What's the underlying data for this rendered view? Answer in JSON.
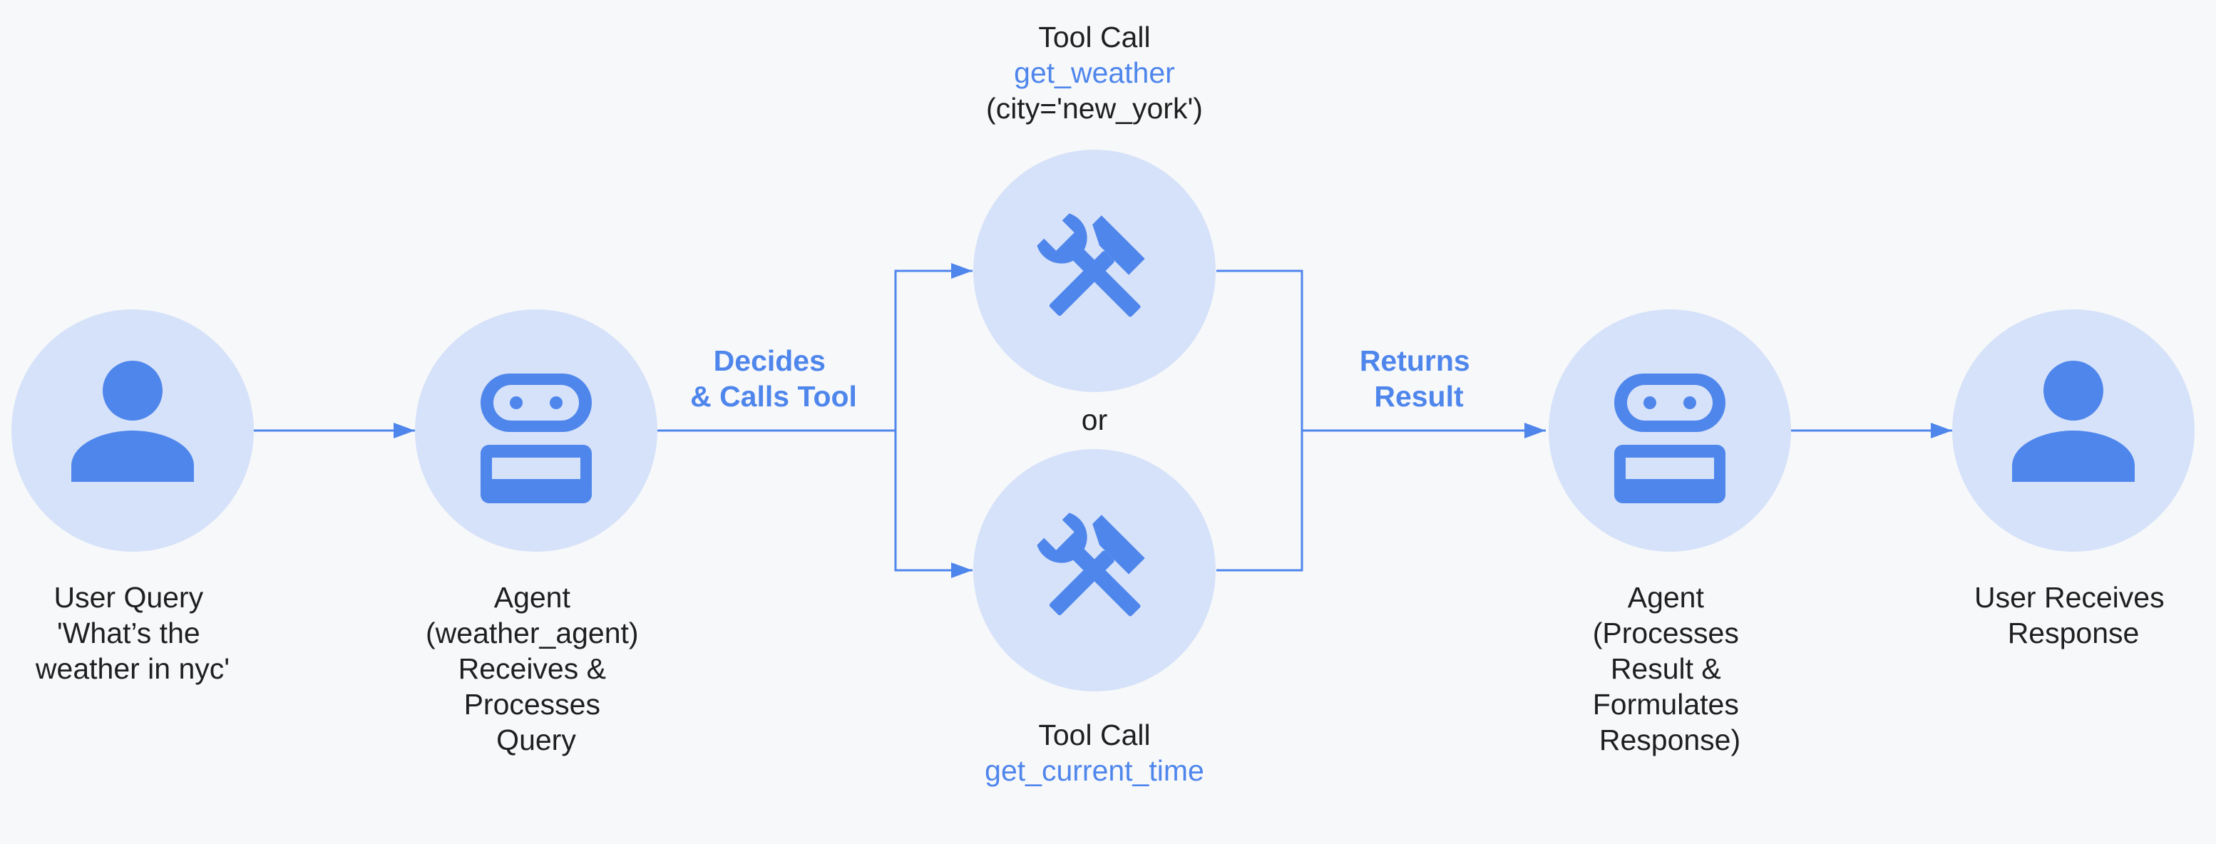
{
  "colors": {
    "background": "#f7f8fa",
    "circle_fill": "#d6e2f9",
    "icon": "#4f86ec",
    "line": "#4f86ec",
    "text": "#1f1f1f",
    "accent_text": "#4f86ec"
  },
  "nodes": {
    "user_query": {
      "icon": "person-icon",
      "label": [
        "User Query",
        "'What’s the",
        "weather in nyc'"
      ]
    },
    "agent_receive": {
      "icon": "robot-icon",
      "label": [
        "Agent",
        "(weather_agent)",
        "Receives &",
        "Processes",
        "Query"
      ]
    },
    "tool_weather": {
      "icon": "tools-icon",
      "label_title": "Tool Call",
      "label_function": "get_weather",
      "label_args": "(city='new_york')"
    },
    "tool_time": {
      "icon": "tools-icon",
      "label_title": "Tool Call",
      "label_function": "get_current_time"
    },
    "agent_respond": {
      "icon": "robot-icon",
      "label": [
        "Agent",
        "(Processes",
        "Result &",
        "Formulates",
        "Response)"
      ]
    },
    "user_receives": {
      "icon": "person-icon",
      "label": [
        "User Receives",
        "Response"
      ]
    }
  },
  "edges": {
    "decides_label": [
      "Decides",
      "& Calls Tool"
    ],
    "or_label": "or",
    "returns_label": [
      "Returns",
      "Result"
    ]
  }
}
